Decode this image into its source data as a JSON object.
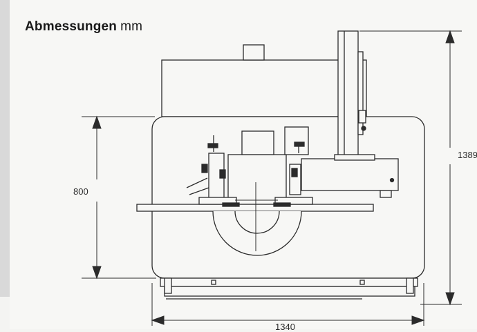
{
  "title": {
    "main": "Abmessungen",
    "unit": "mm"
  },
  "dimensions": {
    "table_height": "800",
    "total_height": "1389",
    "width": "1340"
  },
  "colors": {
    "line": "#2b2b2b",
    "paper": "#f7f7f5",
    "strip": "#d9d9d9"
  }
}
